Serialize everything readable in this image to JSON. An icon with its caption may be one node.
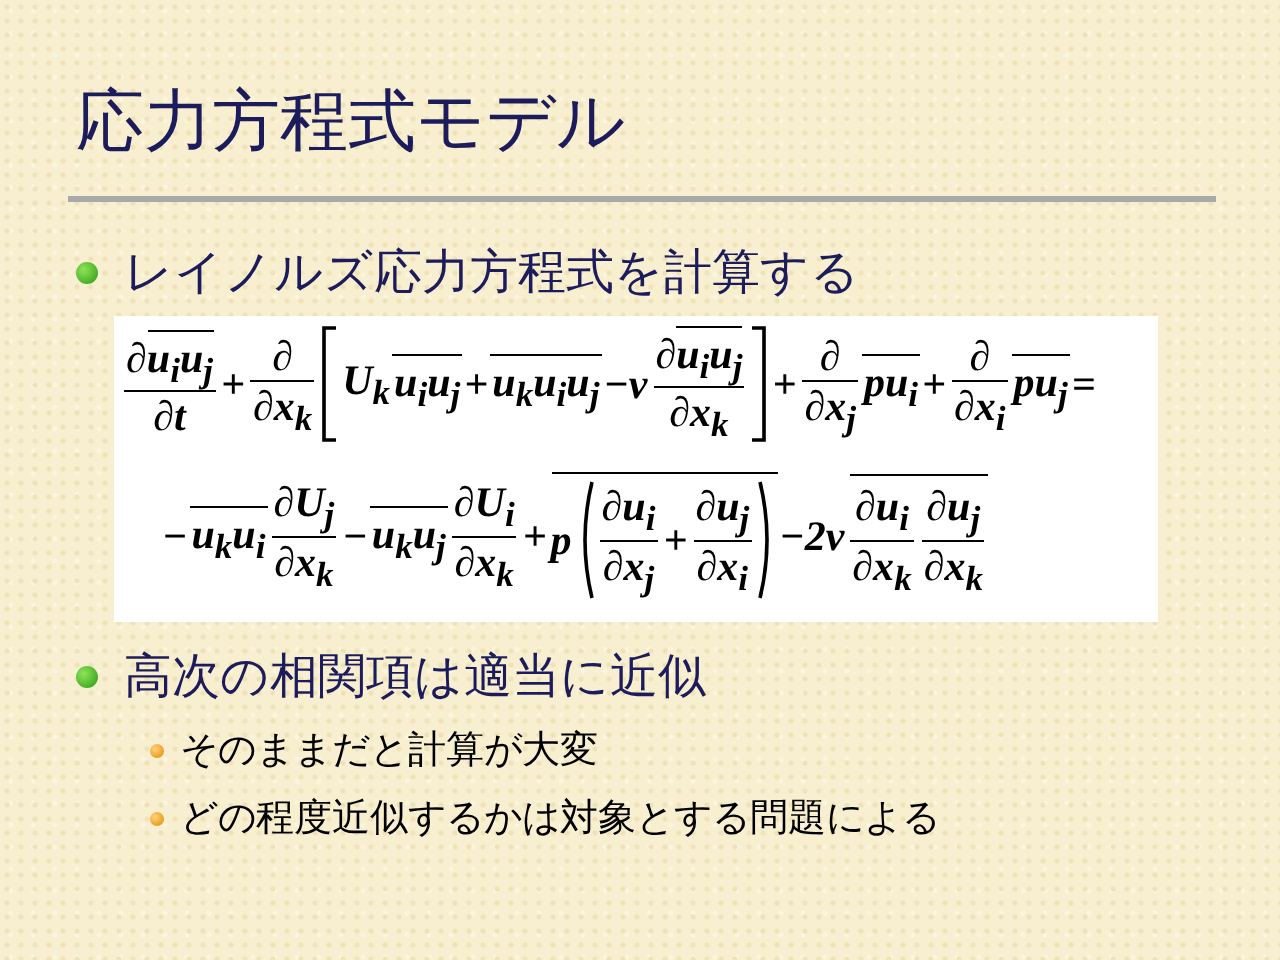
{
  "diagram": {
    "title": "応力方程式モデル",
    "labels": [
      "レイノルズ応力方程式を計算する",
      "∂u$_{i}$u$_{j}$",
      "∂t",
      "+",
      "∂",
      "∂x$_{k}$",
      "U$_{k}$",
      "u$_{i}$u$_{j}$",
      "+",
      "u$_{k}$u$_{i}$u$_{j}$",
      "−ν",
      "∂u$_{i}$u$_{j}$",
      "∂x$_{k}$",
      "+",
      "∂",
      "∂x$_{j}$",
      "pu$_{i}$",
      "+",
      "∂",
      "∂x$_{i}$",
      "pu$_{j}$",
      "=",
      "−",
      "u$_{k}$u$_{i}$",
      "∂U$_{j}$",
      "∂x$_{k}$",
      "−",
      "u$_{k}$u$_{j}$",
      "∂U$_{i}$",
      "∂x$_{k}$",
      "+",
      "p",
      "∂u$_{i}$",
      "∂x$_{j}$",
      "+",
      "∂u$_{j}$",
      "∂x$_{i}$",
      "−2ν",
      "∂u$_{i}$",
      "∂x$_{k}$",
      "∂u$_{j}$",
      "∂x$_{k}$",
      "高次の相関項は適当に近似",
      "そのままだと計算が大変",
      "どの程度近似するかは対象とする問題による"
    ]
  }
}
